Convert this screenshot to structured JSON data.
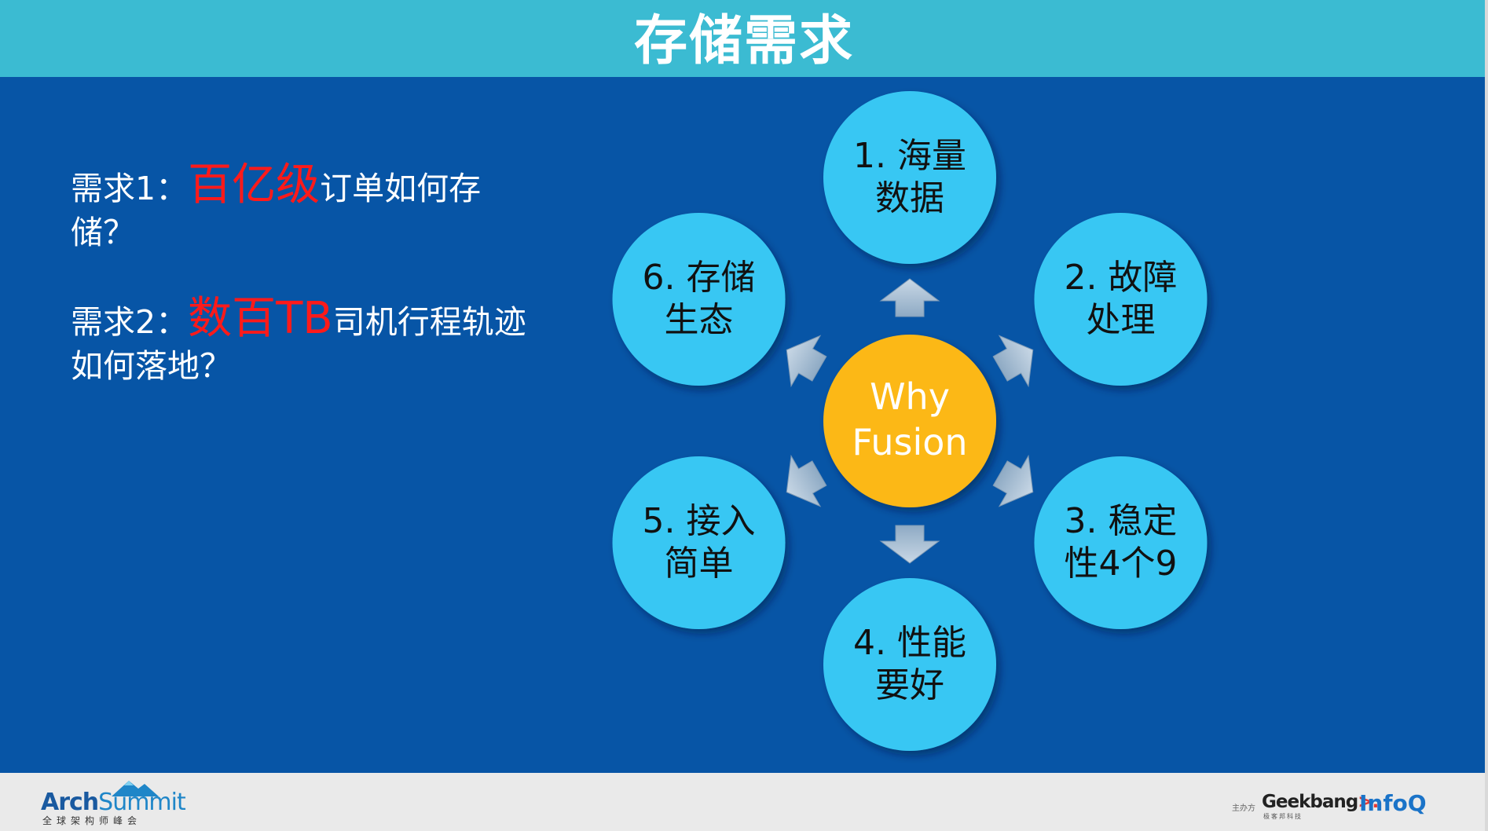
{
  "slide": {
    "title": "存储需求",
    "requirements": [
      {
        "prefix": "需求1：",
        "highlight": "百亿级",
        "suffix": "订单如何存储？"
      },
      {
        "prefix": "需求2：",
        "highlight": "数百TB",
        "suffix": "司机行程轨迹如何落地？"
      }
    ],
    "colors": {
      "header": "#3bbbd2",
      "background": "#0755a6",
      "highlight": "#ff1a1a",
      "circle": "#39c7f3",
      "center": "#fcb813",
      "arrow": "#9fb7cf"
    }
  },
  "diagram": {
    "center": {
      "line1": "Why",
      "line2": "Fusion"
    },
    "nodes": [
      {
        "line1": "1. 海量",
        "line2": "数据"
      },
      {
        "line1": "2. 故障",
        "line2": "处理"
      },
      {
        "line1": "3. 稳定",
        "line2": "性4个9"
      },
      {
        "line1": "4. 性能",
        "line2": "要好"
      },
      {
        "line1": "5. 接入",
        "line2": "简单"
      },
      {
        "line1": "6. 存储",
        "line2": "生态"
      }
    ]
  },
  "footer": {
    "left_logo": {
      "arch": "Arch",
      "summit": "Summit",
      "sub": "全球架构师峰会"
    },
    "right_logo": {
      "sponsor": "主办方",
      "geek": "Geekbang",
      "geek_arrow": ">.",
      "geek_sub": "极客邦科技",
      "infoq": "InfoQ"
    }
  }
}
